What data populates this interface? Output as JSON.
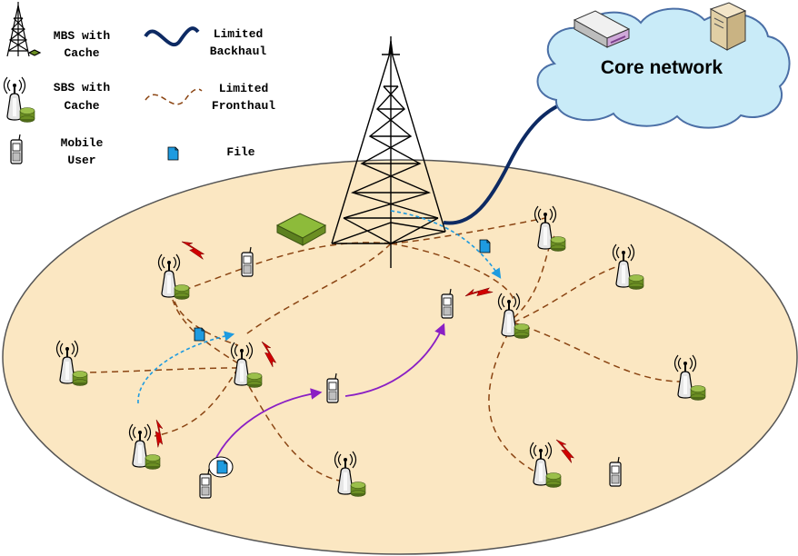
{
  "legend": {
    "mbs_label_line1": "MBS with",
    "mbs_label_line2": "Cache",
    "sbs_label_line1": "SBS with",
    "sbs_label_line2": "Cache",
    "user_label_line1": "Mobile",
    "user_label_line2": "User",
    "backhaul_label_line1": "Limited",
    "backhaul_label_line2": "Backhaul",
    "fronthaul_label_line1": "Limited",
    "fronthaul_label_line2": "Fronthaul",
    "file_label": "File"
  },
  "cloud": {
    "label": "Core network"
  },
  "colors": {
    "cell_fill": "#FBE7C2",
    "cell_stroke": "#555555",
    "backhaul": "#0D2A63",
    "fronthaul": "#8B4513",
    "file": "#1E9BE0",
    "cloud_fill": "#C9EBF8",
    "cloud_stroke": "#4B6FA6",
    "handover": "#8A1FC4",
    "file_transfer": "#1E9BE0",
    "wireless": "#D10000",
    "cache_disk": "#6B8E23"
  }
}
